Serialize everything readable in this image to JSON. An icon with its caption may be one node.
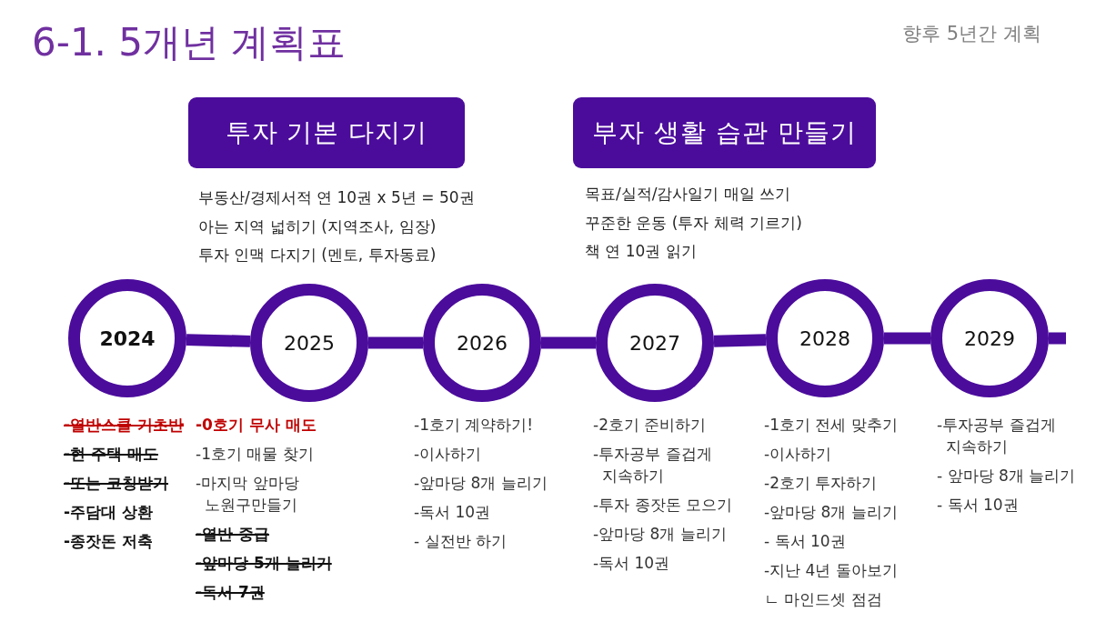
{
  "diagram": {
    "title": "6-1. 5개년 계획표",
    "nodes": [
      {
        "text": [
          "투자 기본 다지기"
        ],
        "beside": [
          "부동산/경제서적 연 10권 x 5년 = 50권",
          "아는 지역 넓히기 (지역조사, 임장)",
          "투자 인맥 다지기 (멘토, 투자동료)"
        ]
      },
      {
        "text": [
          "부자 생활 습관 만들기"
        ],
        "beside": [
          "목표/실적/감사일기 매일 쓰기",
          "꾸준한 운동 (투자 체력 기르기)",
          "책 연 10권 읽기"
        ]
      },
      {
        "text": [
          "2024"
        ],
        "beside": [
          "-열반스쿨 기초반",
          "-현 주택 매도",
          "-또는 코칭받기",
          "-주담대 상환",
          "-종잣돈 저축"
        ]
      },
      {
        "text": [
          "2025"
        ],
        "beside": [
          "-0호기 무사 매도",
          "-1호기 매물 찾기",
          "-마지막 앞마당 노원구만들기",
          "-열반 중급",
          "-앞마당 5개 늘리기",
          "-독서 7권"
        ]
      },
      {
        "text": [
          "2026"
        ],
        "beside": [
          "-1호기 계약하기!",
          "-이사하기",
          "-앞마당 8개 늘리기",
          "-독서 10권",
          "- 실전반 하기"
        ]
      },
      {
        "text": [
          "2027"
        ],
        "beside": [
          "-2호기 준비하기",
          "-투자공부 즐겁게 지속하기",
          "-투자 종잣돈 모으기",
          "-앞마당 8개 늘리기",
          "-독서 10권"
        ]
      },
      {
        "text": [
          "2028"
        ],
        "beside": [
          "-1호기 전세 맞추기",
          "-이사하기",
          "-2호기 투자하기",
          "-앞마당 8개 늘리기",
          "- 독서 10권",
          "-지난 4년 돌아보기",
          "ㄴ 마인드셋 점검"
        ]
      },
      {
        "text": [
          "2029"
        ],
        "beside": [
          "-투자공부 즐겁게 지속하기",
          "- 앞마당 8개 늘리기",
          "- 독서 10권"
        ]
      }
    ],
    "edges": [
      {
        "from": 2,
        "to": 3,
        "arrow": "none"
      },
      {
        "from": 3,
        "to": 4,
        "arrow": "none"
      },
      {
        "from": 4,
        "to": 5,
        "arrow": "none"
      },
      {
        "from": 5,
        "to": 6,
        "arrow": "none"
      },
      {
        "from": 6,
        "to": 7,
        "arrow": "none"
      },
      {
        "from": 7,
        "to": null,
        "arrow": "none"
      }
    ],
    "labels": [
      "향후 5년간 계획"
    ]
  }
}
